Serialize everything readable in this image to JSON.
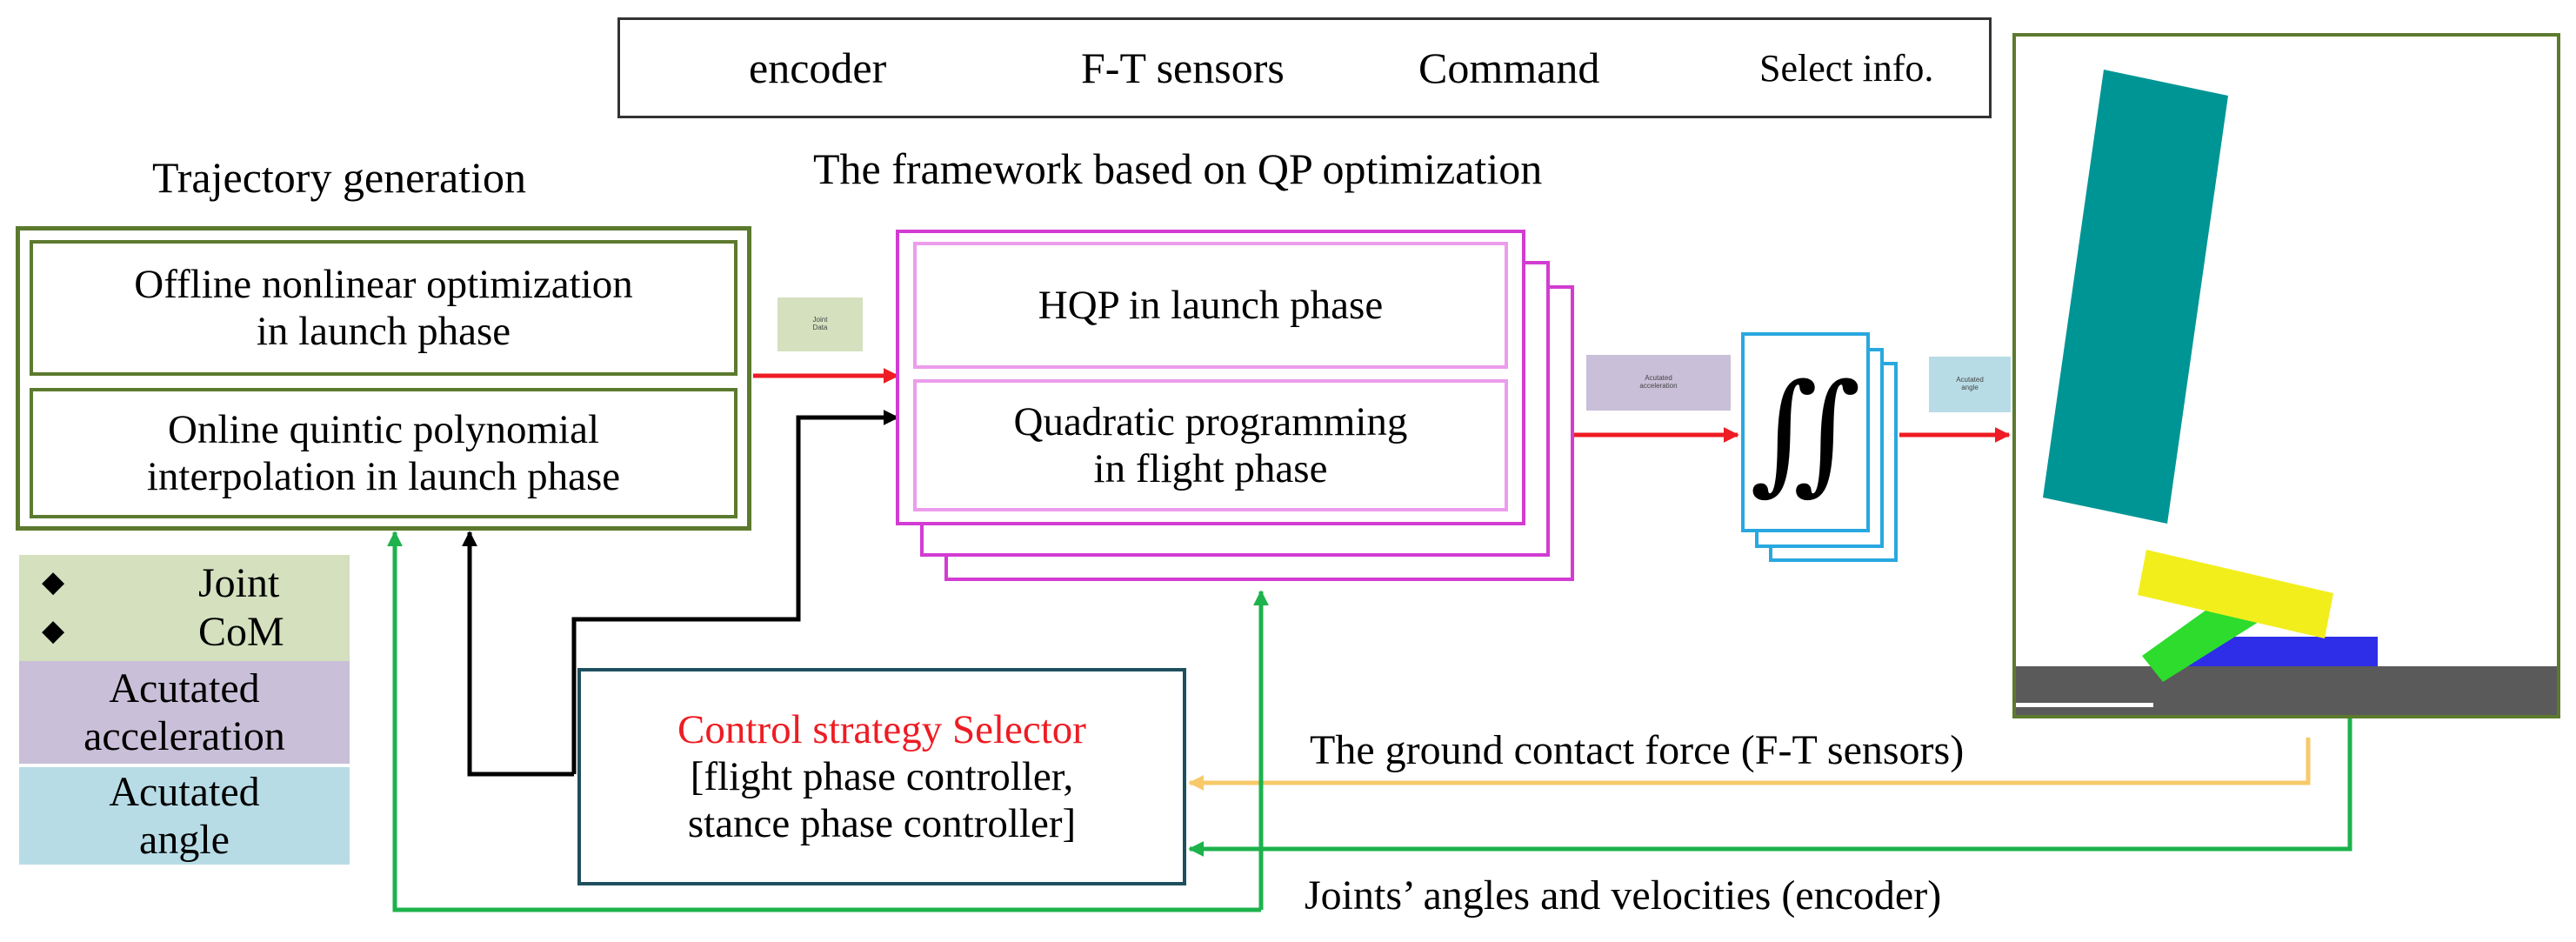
{
  "legend": {
    "encoder": "encoder",
    "ft_sensors": "F-T sensors",
    "command": "Command",
    "select_info": "Select info."
  },
  "colors": {
    "encoder": "#1db24c",
    "ft_sensors": "#f7c96a",
    "command": "#ee1c24",
    "select_info": "#000000",
    "traj_border": "#5c7a2e",
    "qp_border": "#d23cd2",
    "integrator_border": "#29a8e0",
    "selector_border": "#1e4f5e",
    "joint_com_bg": "#d4e0be",
    "acceleration_bg": "#c9bfd8",
    "angle_bg": "#b7dce6",
    "torso": "#009595",
    "thigh": "#f2ee1c",
    "shank": "#2ddc2d",
    "foot": "#2e2ee8",
    "ground": "#5a5a5a"
  },
  "trajectory": {
    "title": "Trajectory generation",
    "offline": [
      "Offline nonlinear optimization",
      "in launch phase"
    ],
    "online": [
      "Online quintic polynomial",
      "interpolation in launch phase"
    ]
  },
  "qp": {
    "title": "The framework based on QP optimization",
    "hqp": "HQP in launch phase",
    "flight": [
      "Quadratic programming",
      "in flight phase"
    ]
  },
  "integrator": {
    "symbol": "∬"
  },
  "selector": {
    "title": "Control strategy Selector",
    "line1": "[flight phase controller,",
    "line2": "stance phase controller]"
  },
  "signals": {
    "ground_force": "The ground contact force (F-T sensors)",
    "joints": "Joints’ angles and velocities (encoder)"
  },
  "labels": {
    "joint_data": [
      "Joint",
      "Data"
    ],
    "acceleration": [
      "Acutated",
      "acceleration"
    ],
    "angle": [
      "Acutated",
      "angle"
    ]
  },
  "left_legend": {
    "joint": "Joint",
    "com": "CoM",
    "acceleration": [
      "Acutated",
      "acceleration"
    ],
    "angle": [
      "Acutated",
      "angle"
    ]
  }
}
